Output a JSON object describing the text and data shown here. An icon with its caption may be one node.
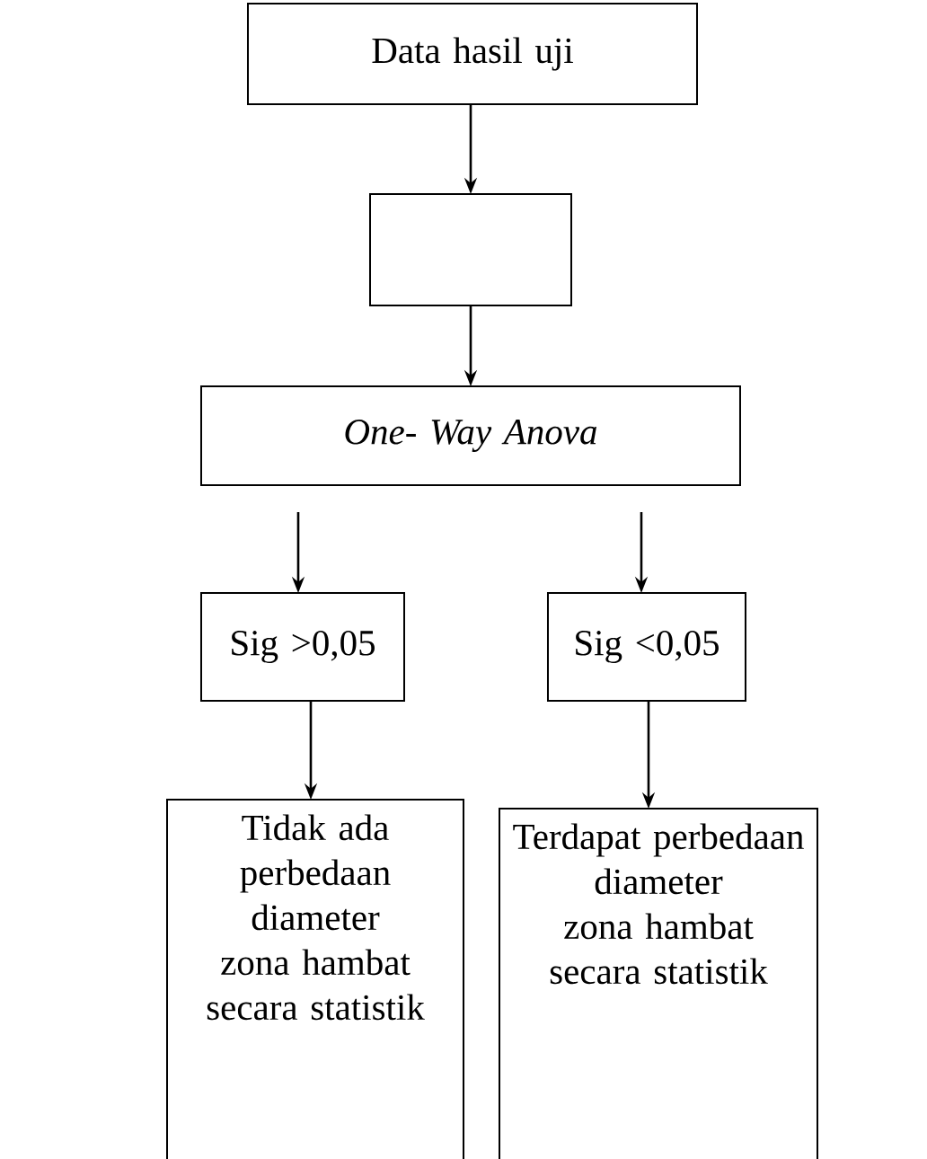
{
  "diagram": {
    "nodes": [
      {
        "text": [
          "Data hasil uji"
        ]
      },
      {
        "text": [],
        "shape": "box"
      },
      {
        "text": [
          "One- Way Anova"
        ]
      },
      {
        "text": [
          "Sig >0,05"
        ]
      },
      {
        "text": [
          "Sig <0,05"
        ]
      },
      {
        "text": [
          "Tidak ada perbedaan diameter zona hambat secara statistik"
        ]
      },
      {
        "text": [
          "Terdapat perbedaan diameter zona hambat secara statistik"
        ]
      }
    ],
    "edges": [
      {
        "from": 0,
        "to": 1,
        "arrow": "to"
      },
      {
        "from": 1,
        "to": 2,
        "arrow": "to"
      },
      {
        "from": 2,
        "to": 3,
        "arrow": "to"
      },
      {
        "from": 2,
        "to": 4,
        "arrow": "to"
      },
      {
        "from": 3,
        "to": 5,
        "arrow": "to"
      },
      {
        "from": 4,
        "to": 6,
        "arrow": "to"
      }
    ]
  }
}
